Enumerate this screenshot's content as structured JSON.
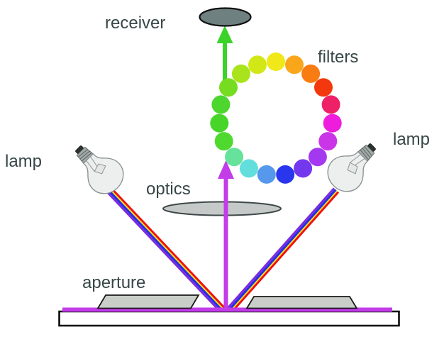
{
  "labels": {
    "receiver": "receiver",
    "filters": "filters",
    "lamp_left": "lamp",
    "lamp_right": "lamp",
    "optics": "optics",
    "aperture": "aperture"
  },
  "colors": {
    "text": "#374646",
    "receiver_fill": "#6f8081",
    "receiver_stroke": "#101010",
    "green_arrow": "#3bd32a",
    "magenta_arrow": "#c23ce8",
    "sample_strip": "#c23ce8",
    "lens_fill": "#c5cac9",
    "lens_stroke": "#3e4848",
    "aperture_fill": "#cacec9",
    "aperture_stroke": "#1a1a1a",
    "sample_base_fill": "#ffffff",
    "sample_base_stroke": "#000000",
    "lamp_glass": "#ecefee",
    "lamp_base": "#a2aaa8",
    "lamp_cap": "#2c3232"
  },
  "beams": {
    "stripe_colors": [
      "#ee1111",
      "#f2e211",
      "#2a2ce0",
      "#7b2be0"
    ]
  },
  "filter_ring": {
    "dot_colors": [
      "#f0e818",
      "#f9a61b",
      "#f87c12",
      "#f2380c",
      "#ee2168",
      "#ee1ddd",
      "#ca35e8",
      "#a438f0",
      "#7338ee",
      "#2936ee",
      "#5598ec",
      "#62dfdc",
      "#66e29a",
      "#4fd92f",
      "#46d528",
      "#4cd62e",
      "#76dc1f",
      "#a9e31c",
      "#d2e816"
    ]
  }
}
